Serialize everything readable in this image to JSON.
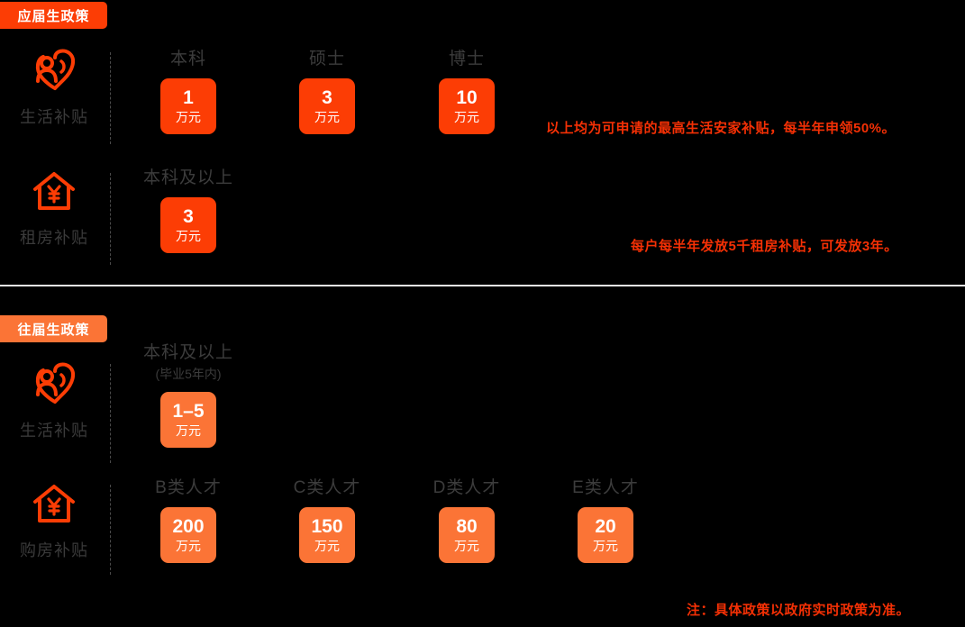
{
  "sections": [
    {
      "badge": "应届生政策",
      "badge_color": "#FC3D05",
      "card_color": "#FC3D05",
      "rows": [
        {
          "icon": "heart-person-icon",
          "category": "生活补贴",
          "items": [
            {
              "title": "本科",
              "sub": "",
              "value": "1",
              "unit": "万元"
            },
            {
              "title": "硕士",
              "sub": "",
              "value": "3",
              "unit": "万元"
            },
            {
              "title": "博士",
              "sub": "",
              "value": "10",
              "unit": "万元"
            }
          ],
          "note": "以上均为可申请的最高生活安家补贴，每半年申领50%。"
        },
        {
          "icon": "house-yuan-icon",
          "category": "租房补贴",
          "items": [
            {
              "title": "本科及以上",
              "sub": "",
              "value": "3",
              "unit": "万元"
            }
          ],
          "note": "每户每半年发放5千租房补贴，可发放3年。"
        }
      ]
    },
    {
      "badge": "往届生政策",
      "badge_color": "#FB7436",
      "card_color": "#FB7436",
      "rows": [
        {
          "icon": "heart-person-icon",
          "category": "生活补贴",
          "items": [
            {
              "title": "本科及以上",
              "sub": "(毕业5年内)",
              "value": "1–5",
              "unit": "万元"
            }
          ],
          "note": ""
        },
        {
          "icon": "house-yuan-icon",
          "category": "购房补贴",
          "items": [
            {
              "title": "B类人才",
              "sub": "",
              "value": "200",
              "unit": "万元"
            },
            {
              "title": "C类人才",
              "sub": "",
              "value": "150",
              "unit": "万元"
            },
            {
              "title": "D类人才",
              "sub": "",
              "value": "80",
              "unit": "万元"
            },
            {
              "title": "E类人才",
              "sub": "",
              "value": "20",
              "unit": "万元"
            }
          ],
          "note": ""
        }
      ]
    }
  ],
  "footer_note": "注：具体政策以政府实时政策为准。",
  "colors": {
    "background": "#000000",
    "primary_orange": "#FC3D05",
    "secondary_orange": "#FB7436",
    "note_red": "#F43005",
    "label_grey": "#3c3c3c",
    "divider": "#e8e8e8"
  }
}
